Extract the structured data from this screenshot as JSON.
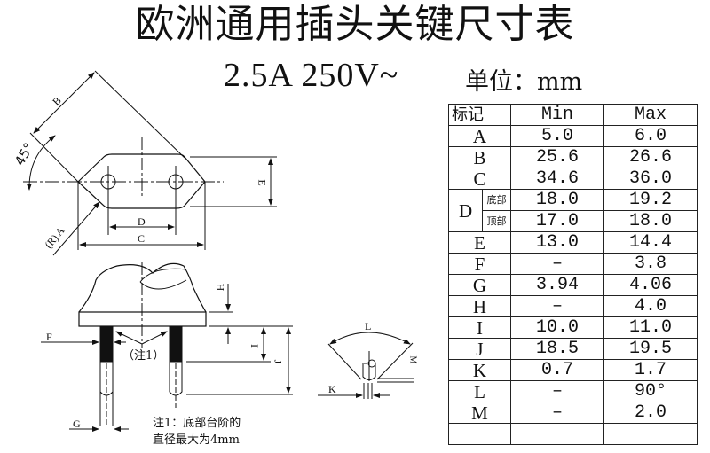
{
  "header": {
    "title": "欧洲通用插头关键尺寸表",
    "rating": "2.5A 250V~",
    "unit": "单位：mm"
  },
  "table": {
    "headers": {
      "mark": "标记",
      "min": "Min",
      "max": "Max"
    },
    "rows": [
      {
        "mark": "A",
        "min": "5.0",
        "max": "6.0"
      },
      {
        "mark": "B",
        "min": "25.6",
        "max": "26.6"
      },
      {
        "mark": "C",
        "min": "34.6",
        "max": "36.0"
      },
      {
        "mark": "D",
        "sub": "底部",
        "min": "18.0",
        "max": "19.2"
      },
      {
        "mark": "D",
        "sub": "顶部",
        "min": "17.0",
        "max": "18.0"
      },
      {
        "mark": "E",
        "min": "13.0",
        "max": "14.4"
      },
      {
        "mark": "F",
        "min": "–",
        "max": "3.8"
      },
      {
        "mark": "G",
        "min": "3.94",
        "max": "4.06"
      },
      {
        "mark": "H",
        "min": "–",
        "max": "4.0"
      },
      {
        "mark": "I",
        "min": "10.0",
        "max": "11.0"
      },
      {
        "mark": "J",
        "min": "18.5",
        "max": "19.5"
      },
      {
        "mark": "K",
        "min": "0.7",
        "max": "1.7"
      },
      {
        "mark": "L",
        "min": "–",
        "max": "90°"
      },
      {
        "mark": "M",
        "min": "–",
        "max": "2.0"
      },
      {
        "mark": "",
        "min": "",
        "max": ""
      }
    ]
  },
  "drawing": {
    "top_view_labels": {
      "angle": "45°",
      "radius": "(R) A",
      "b": "B",
      "c": "C",
      "d": "D",
      "e": "E"
    },
    "side_view_labels": {
      "f": "F",
      "g": "G",
      "h": "H",
      "i": "I",
      "j": "J",
      "note_tag": "（注1）"
    },
    "pin_view_labels": {
      "k": "K",
      "l": "L",
      "m": "M"
    },
    "note_line1": "注1：底部台阶的",
    "note_line2": "直径最大为4mm"
  }
}
